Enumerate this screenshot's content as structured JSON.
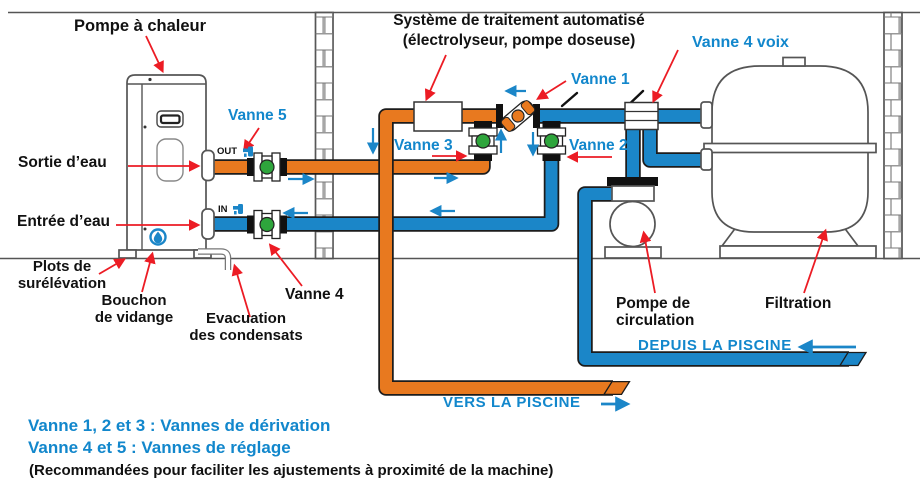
{
  "labels": {
    "heat_pump": "Pompe à chaleur",
    "treatment_line1": "Système de traitement automatisé",
    "treatment_line2": "(électrolyseur, pompe doseuse)",
    "valve_4way": "Vanne 4 voix",
    "valve_1": "Vanne 1",
    "valve_2": "Vanne 2",
    "valve_3": "Vanne 3",
    "valve_4": "Vanne 4",
    "valve_5": "Vanne 5",
    "water_outlet": "Sortie d’eau",
    "water_inlet": "Entrée d’eau",
    "out_port": "OUT",
    "in_port": "IN",
    "risers_line1": "Plots de",
    "risers_line2": "surélévation",
    "drain_plug_line1": "Bouchon",
    "drain_plug_line2": "de vidange",
    "condensate_line1": "Evacuation",
    "condensate_line2": "des condensats",
    "circulation_pump_line1": "Pompe de",
    "circulation_pump_line2": "circulation",
    "filtration": "Filtration",
    "from_pool": "DEPUIS LA PISCINE",
    "to_pool": "VERS LA PISCINE"
  },
  "legend": {
    "line1": "Vanne 1, 2 et 3 : Vannes de dérivation",
    "line2": "Vanne 4 et 5 : Vannes de réglage",
    "line3": "(Recommandées pour faciliter les ajustements à proximité de la machine)"
  },
  "colors": {
    "pipe_orange": "#E8791F",
    "pipe_blue": "#1B86C8",
    "label_blue": "#1287CC",
    "arrow_red": "#EC1C24",
    "valve_green": "#2EA53C",
    "line_gray": "#555555",
    "text_black": "#111111"
  }
}
